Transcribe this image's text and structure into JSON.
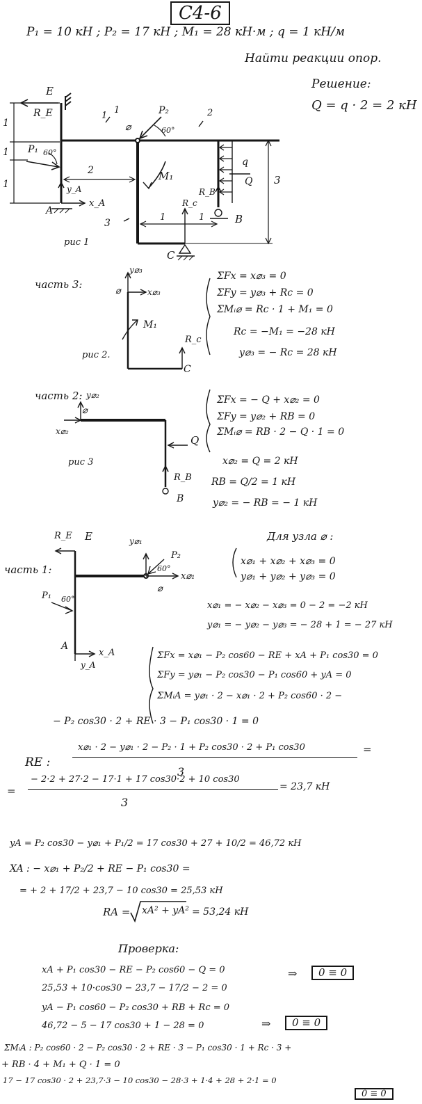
{
  "header": {
    "problem_id": "C4-6",
    "given": "P₁ = 10 кН ;  P₂ = 17 кН ;  M₁ = 28 кН·м ;  q = 1 кН/м",
    "task": "Найти реакции опор."
  },
  "solution": {
    "title": "Решение:",
    "Q_formula": "Q = q · 2 = 2 кН"
  },
  "figure1": {
    "caption": "рис 1",
    "labels": {
      "E": "E",
      "RE": "R_E",
      "one_a": "1",
      "one_b": "1",
      "one_c": "1",
      "P1": "P₁",
      "ang60a": "60°",
      "two": "2",
      "yA": "y_A",
      "xA": "x_A",
      "A": "A",
      "P2": "P₂",
      "ang60b": "60°",
      "cut1a": "1",
      "cut1b": "1",
      "cut2": "2",
      "node": "⌀",
      "M1": "M₁",
      "q": "q",
      "Q": "Q",
      "three_right": "3",
      "RB": "R_B",
      "Rc": "R_c",
      "span1a": "1",
      "span1b": "1",
      "B": "B",
      "C": "C",
      "cut3": "3"
    }
  },
  "part3": {
    "title": "часть 3:",
    "caption": "рис 2.",
    "labels": {
      "y": "y⌀₃",
      "x": "x⌀₃",
      "node": "⌀",
      "M1": "M₁",
      "Rc": "R_c",
      "C": "C"
    },
    "eq_fx": "ΣFx = x⌀₃ = 0",
    "eq_fy": "ΣFy = y⌀₃ + Rc = 0",
    "eq_m": "ΣMᵢ⌀ =   Rc · 1 + M₁ = 0",
    "res_rc": "Rc = −M₁ = −28 кН",
    "res_y": "y⌀₃ = − Rc = 28 кН"
  },
  "part2": {
    "title": "часть 2:",
    "caption": "рис 3",
    "labels": {
      "y": "y⌀₂",
      "x": "x⌀₂",
      "node": "⌀",
      "Q": "Q",
      "RB": "R_B",
      "B": "B"
    },
    "eq_fx": "ΣFx = − Q + x⌀₂ = 0",
    "eq_fy": "ΣFy = y⌀₂ + RB = 0",
    "eq_m": "ΣMᵢ⌀ = RB · 2 − Q · 1 = 0",
    "res_x": "x⌀₂ = Q = 2 кН",
    "res_rb": "RB = Q/2 = 1 кН",
    "res_y": "y⌀₂ = − RB = − 1 кН"
  },
  "part1": {
    "title": "часть 1:",
    "labels": {
      "RE": "R_E",
      "E": "E",
      "y": "y⌀₁",
      "P2": "P₂",
      "ang60a": "60°",
      "x": "x⌀₁",
      "node": "⌀",
      "P1": "P₁",
      "ang60b": "60°",
      "A": "A",
      "xA": "x_A",
      "yA": "y_A"
    },
    "node_title": "Для узла ⌀ :",
    "node_eq1": "x⌀₁ + x⌀₂ + x⌀₃ = 0",
    "node_eq2": "y⌀₁ + y⌀₂ + y⌀₃ = 0",
    "res_x1": "x⌀₁ = − x⌀₂ − x⌀₃ =  0 − 2 = −2 кН",
    "res_y1": "y⌀₁ = − y⌀₂ − y⌀₃ = − 28 + 1 = − 27 кН",
    "eq_fx": "ΣFx = x⌀₁ − P₂ cos60 − RE + xA + P₁ cos30 = 0",
    "eq_fy": "ΣFy = y⌀₁ − P₂ cos30 − P₁ cos60 + yA = 0",
    "eq_m_1": "ΣMᵢA = y⌀₁ · 2 − x⌀₁ · 2 + P₂ cos60 · 2 −",
    "eq_m_2": "− P₂ cos30 · 2 + RE · 3 − P₁ cos30 · 1 = 0"
  },
  "results": {
    "re_label": "RE :",
    "re_num": "x⌀₁ · 2 − y⌀₁ · 2 − P₂ · 1 + P₂ cos30 · 2 + P₁ cos30",
    "re_den": "3",
    "re_eq_tail": "=",
    "re2_num": "− 2·2 + 27·2 − 17·1 + 17 cos30·2 + 10 cos30",
    "re2_den": "3",
    "re2_lead": "=",
    "re2_val": "= 23,7 кН",
    "ya": "yA =   P₂ cos30 − y⌀₁ + P₁/2  =  17 cos30 + 27 + 10/2 = 46,72 кН",
    "xa1": "XA :   − x⌀₁ + P₂/2 + RE − P₁ cos30 =",
    "xa2": "=  + 2 + 17/2 + 23,7 − 10 cos30 =  25,53 кН",
    "ra_lhs": "RA =",
    "ra_rad": "xA² + yA²",
    "ra_val": "=  53,24 кН"
  },
  "check": {
    "title": "Проверка:",
    "l1": "xA  + P₁ cos30 −  RE  − P₂ cos60 −  Q  = 0",
    "l2": "25,53 +  10·cos30 − 23,7 − 17/2 − 2 = 0",
    "box1": "0 ≡ 0",
    "l3": "yA − P₁ cos60 − P₂ cos30 + RB + Rc = 0",
    "l4": "46,72 − 5 − 17 cos30  + 1  − 28 = 0",
    "box2": "0 ≡ 0",
    "arrow": "⇒",
    "m1": "ΣMᵢA :   P₂ cos60 · 2 − P₂ cos30 · 2 + RE · 3 − P₁ cos30 · 1 + Rc · 3 +",
    "m2": "+ RB · 4 + M₁ + Q · 1 = 0",
    "m3": "17 − 17 cos30 · 2 + 23,7·3 − 10 cos30 − 28·3 + 1·4 + 28 + 2·1 = 0",
    "box3": "0 ≡ 0"
  }
}
